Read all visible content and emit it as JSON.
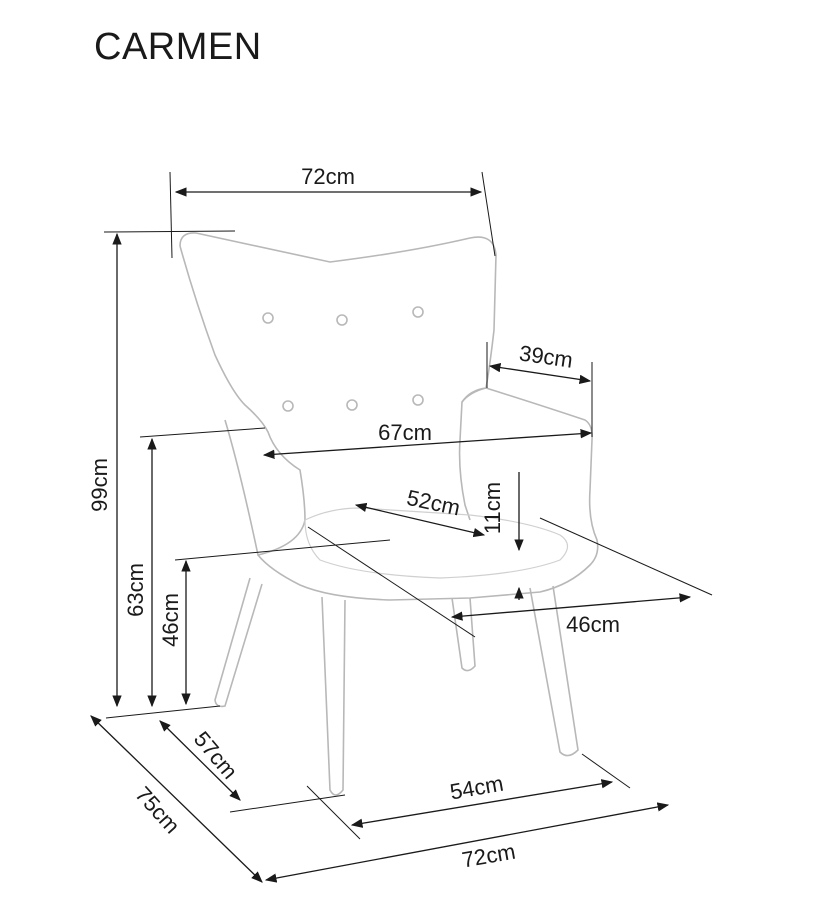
{
  "title": "CARMEN",
  "dimensions": {
    "overall_width_top": "72cm",
    "armrest_depth": "39cm",
    "inner_width": "67cm",
    "seat_width": "52cm",
    "seat_cushion_height": "11cm",
    "seat_depth": "46cm",
    "total_height": "99cm",
    "armrest_height": "63cm",
    "seat_height": "46cm",
    "leg_depth": "57cm",
    "total_depth": "75cm",
    "leg_width": "54cm",
    "overall_width_bottom": "72cm"
  }
}
